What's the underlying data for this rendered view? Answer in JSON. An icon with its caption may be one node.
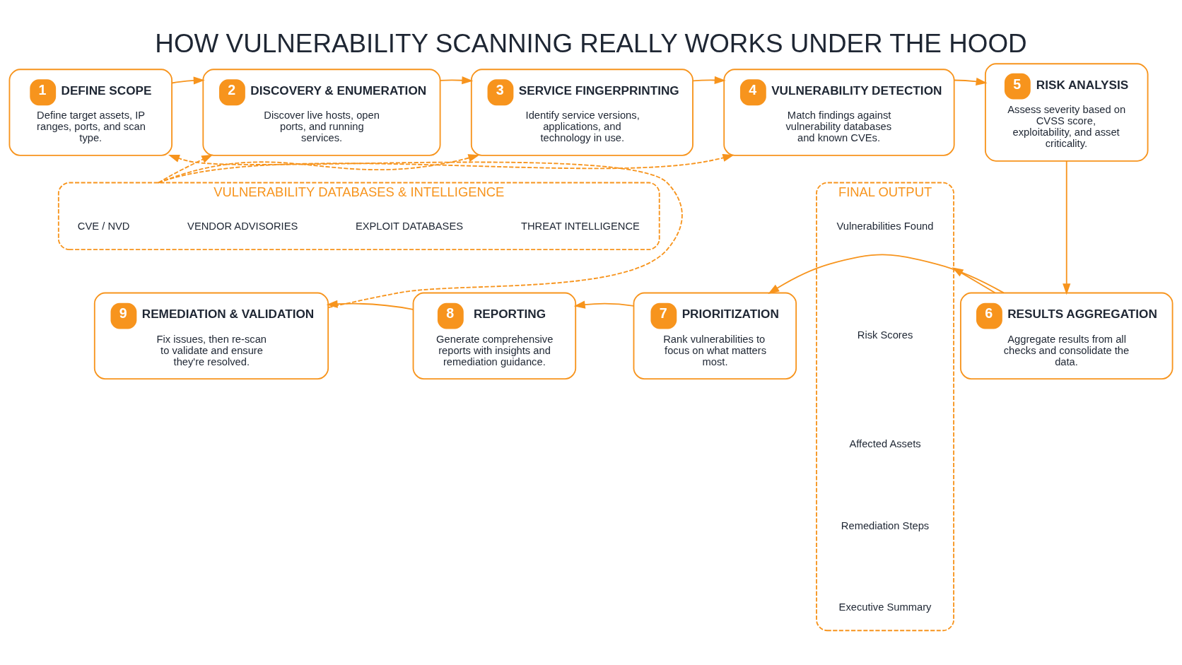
{
  "diagram": {
    "title": "HOW VULNERABILITY SCANNING REALLY WORKS UNDER THE HOOD",
    "nodes": [
      {
        "text": [
          "1",
          "DEFINE SCOPE",
          "Define target assets, IP ranges, ports, and scan type."
        ]
      },
      {
        "text": [
          "2",
          "DISCOVERY & ENUMERATION",
          "Discover live hosts, open ports, and running services."
        ]
      },
      {
        "text": [
          "3",
          "SERVICE FINGERPRINTING",
          "Identify service versions, applications, and technology in use."
        ]
      },
      {
        "text": [
          "4",
          "VULNERABILITY DETECTION",
          "Match findings against vulnerability databases and known CVEs."
        ]
      },
      {
        "text": [
          "5",
          "RISK ANALYSIS",
          "Assess severity based on CVSS score, exploitability, and asset criticality."
        ]
      },
      {
        "text": [
          "VULNERABILITY DATABASES & INTELLIGENCE"
        ]
      },
      {
        "text": [
          "CVE / NVD"
        ],
        "in": 5
      },
      {
        "text": [
          "VENDOR ADVISORIES"
        ],
        "in": 5
      },
      {
        "text": [
          "EXPLOIT DATABASES"
        ],
        "in": 5
      },
      {
        "text": [
          "THREAT INTELLIGENCE"
        ],
        "in": 5
      },
      {
        "text": [
          "9",
          "REMEDIATION & VALIDATION",
          "Fix issues, then re-scan to validate and ensure they're resolved."
        ]
      },
      {
        "text": [
          "8",
          "REPORTING",
          "Generate comprehensive reports with insights and remediation guidance."
        ]
      },
      {
        "text": [
          "7",
          "PRIORITIZATION",
          "Rank vulnerabilities to focus on what matters most."
        ]
      },
      {
        "text": [
          "6",
          "RESULTS AGGREGATION",
          "Aggregate results from all checks and consolidate the data."
        ]
      },
      {
        "text": [
          "FINAL OUTPUT"
        ]
      },
      {
        "text": [
          "Vulnerabilities Found"
        ],
        "in": 14
      },
      {
        "text": [
          "Risk Scores"
        ],
        "in": 14
      },
      {
        "text": [
          "Affected Assets"
        ],
        "in": 14
      },
      {
        "text": [
          "Remediation Steps"
        ],
        "in": 14
      },
      {
        "text": [
          "Executive Summary"
        ],
        "in": 14
      }
    ],
    "edges": [
      {
        "from": 0,
        "to": 1,
        "arrow": "to"
      },
      {
        "from": 1,
        "to": 2,
        "arrow": "to"
      },
      {
        "from": 2,
        "to": 3,
        "arrow": "to"
      },
      {
        "from": 3,
        "to": 4,
        "arrow": "to"
      },
      {
        "from": 5,
        "to": 1,
        "arrow": "to",
        "style": "dashed"
      },
      {
        "from": 5,
        "to": 2,
        "arrow": "to",
        "style": "dashed"
      },
      {
        "from": 5,
        "to": 3,
        "arrow": "to",
        "style": "dashed"
      },
      {
        "from": 4,
        "to": 13,
        "arrow": "to"
      },
      {
        "from": 13,
        "to": 12,
        "arrow": "to"
      },
      {
        "from": 12,
        "to": 11,
        "arrow": "to"
      },
      {
        "from": 11,
        "to": 10,
        "arrow": "to"
      },
      {
        "from": 10,
        "to": 0,
        "arrow": "to",
        "style": "dashed"
      },
      {
        "from": 13,
        "to": 14,
        "arrow": "to"
      }
    ]
  }
}
